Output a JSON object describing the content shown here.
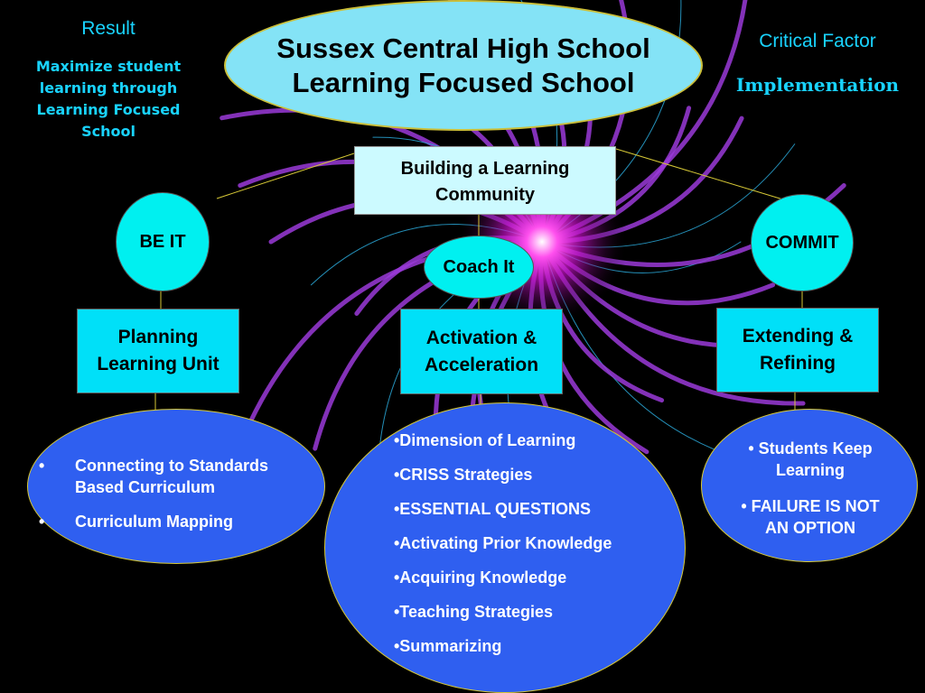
{
  "result": {
    "title": "Result",
    "body": "Maximize student learning through Learning Focused School"
  },
  "critical_factor": {
    "title": "Critical Factor",
    "body": "Implementation"
  },
  "main_title": {
    "line1": "Sussex Central High School",
    "line2": "Learning Focused School"
  },
  "building": {
    "line1": "Building a Learning",
    "line2": "Community"
  },
  "circles": {
    "be_it": "BE IT",
    "coach_it": "Coach It",
    "commit": "COMMIT"
  },
  "boxes": {
    "planning": {
      "line1": "Planning",
      "line2": "Learning Unit"
    },
    "activation": {
      "line1": "Activation &",
      "line2": "Acceleration"
    },
    "extending": {
      "line1": "Extending &",
      "line2": "Refining"
    }
  },
  "left_list": [
    "Connecting to Standards Based Curriculum",
    "Curriculum Mapping"
  ],
  "middle_list": [
    "•Dimension of Learning",
    "•CRISS Strategies",
    "•ESSENTIAL QUESTIONS",
    "•Activating Prior Knowledge",
    "•Acquiring Knowledge",
    "•Teaching Strategies",
    "•Summarizing"
  ],
  "right_list": [
    "• Students Keep Learning",
    "• FAILURE IS NOT AN OPTION"
  ],
  "colors": {
    "background": "#000000",
    "accent_cyan": "#19d3ff",
    "title_ellipse": "#84e3f6",
    "box_fill": "#00e0f8",
    "blob_fill": "#2f5ff0",
    "connector": "#d6c836",
    "burst_magenta": "#ff2ad8"
  }
}
